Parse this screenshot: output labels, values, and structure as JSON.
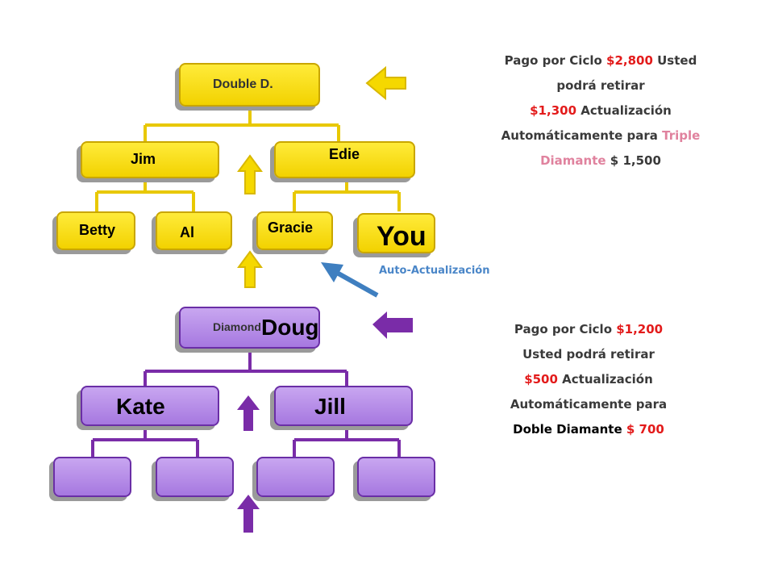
{
  "top_tree": {
    "root_label": "Double D.",
    "level2": [
      "Jim",
      "Edie"
    ],
    "level3": [
      "Betty",
      "Al",
      "Gracie",
      "You"
    ]
  },
  "bottom_tree": {
    "root_label": "Diamond",
    "root_overlay": "Doug",
    "level2": [
      "Kate",
      "Jill"
    ]
  },
  "auto_update_label": "Auto-Actualización",
  "note_top": {
    "l1a": "Pago por Ciclo ",
    "l1b": "$2,800",
    "l1c": " Usted",
    "l2": "podrá retirar",
    "l3a": "$1,300",
    "l3b": " Actualización",
    "l4a": "Automáticamente para ",
    "l4b": "Triple",
    "l5a": "Diamante",
    "l5b": " $ 1,500"
  },
  "note_bottom": {
    "l1a": "Pago por Ciclo ",
    "l1b": "$1,200",
    "l2": "Usted podrá retirar",
    "l3a": "$500",
    "l3b": " Actualización",
    "l4": "Automáticamente para",
    "l5a": "Doble Diamante",
    "l5b": " $ 700"
  },
  "colors": {
    "yellow": "#f5d800",
    "purple": "#a678e0",
    "arrow_yellow": "#f5d800",
    "arrow_purple": "#7a2ca8",
    "arrow_blue": "#3f7fc0",
    "red": "#e31b1b",
    "pink": "#e0829e"
  }
}
